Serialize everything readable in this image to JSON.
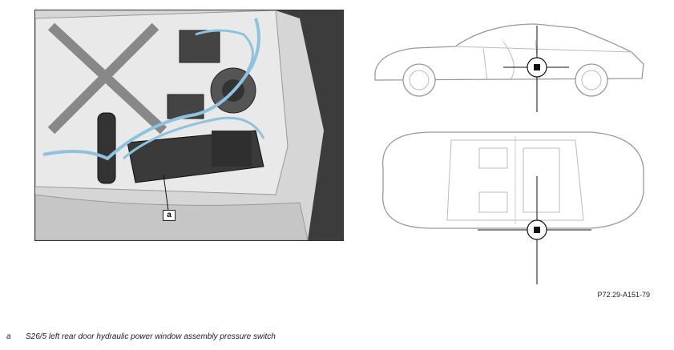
{
  "callout_letter": "a",
  "figure_ref": "P72.29-A151-79",
  "legend": [
    {
      "key": "a",
      "text": "S26/5 left rear door hydraulic power window assembly pressure switch"
    }
  ],
  "colors": {
    "harness": "#8fc3dd",
    "component": "#3a3a3a",
    "panel": "#cfcfcf"
  }
}
